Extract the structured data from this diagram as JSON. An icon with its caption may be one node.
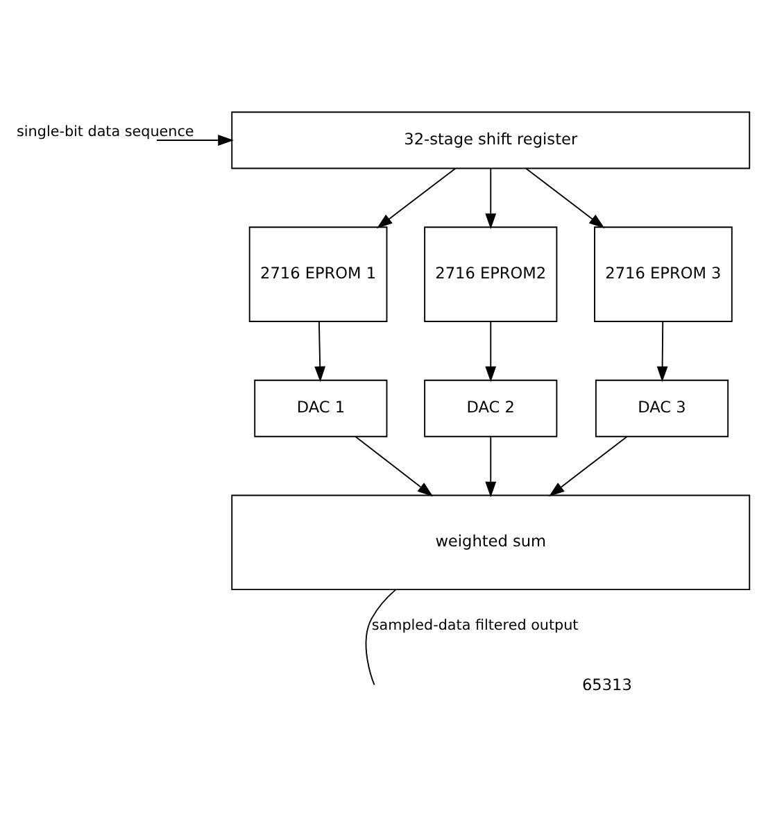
{
  "diagram": {
    "nodes": [
      {
        "text": [
          "32-stage shift register"
        ]
      },
      {
        "text": [
          "2716 EPROM 1"
        ]
      },
      {
        "text": [
          "2716 EPROM2"
        ]
      },
      {
        "text": [
          "2716 EPROM 3"
        ]
      },
      {
        "text": [
          "DAC 1"
        ]
      },
      {
        "text": [
          "DAC 2"
        ]
      },
      {
        "text": [
          "DAC 3"
        ]
      },
      {
        "text": [
          "weighted sum"
        ]
      }
    ],
    "edges": [
      {
        "from": null,
        "to": 0,
        "arrow": "to",
        "label": "single-bit data sequence"
      },
      {
        "from": 0,
        "to": 1,
        "arrow": "to"
      },
      {
        "from": 0,
        "to": 2,
        "arrow": "to"
      },
      {
        "from": 0,
        "to": 3,
        "arrow": "to"
      },
      {
        "from": 1,
        "to": 4,
        "arrow": "to"
      },
      {
        "from": 2,
        "to": 5,
        "arrow": "to"
      },
      {
        "from": 3,
        "to": 6,
        "arrow": "to"
      },
      {
        "from": 4,
        "to": 7,
        "arrow": "to"
      },
      {
        "from": 5,
        "to": 7,
        "arrow": "to"
      },
      {
        "from": 6,
        "to": 7,
        "arrow": "to"
      },
      {
        "from": 7,
        "to": null,
        "arrow": "none",
        "label": "sampled-data filtered output"
      }
    ],
    "labels": [
      "65313"
    ]
  }
}
